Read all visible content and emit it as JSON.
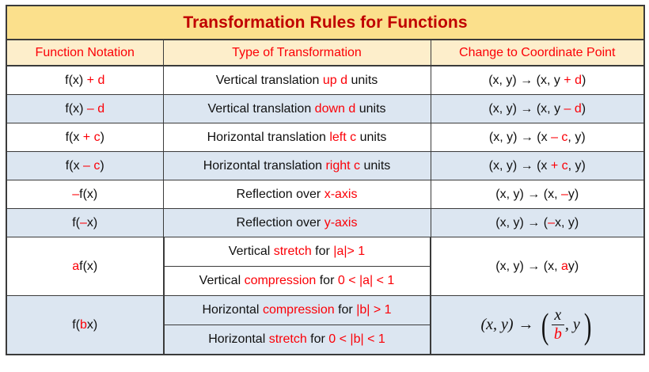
{
  "title": "Transformation Rules for Functions",
  "colors": {
    "title_bg": "#FBE08C",
    "header_bg": "#FDEECB",
    "accent_red": "#FB0007",
    "title_red": "#C00000",
    "alt_row_bg": "#DCE6F1",
    "row_bg": "#FFFFFF",
    "border": "#3B3B3B"
  },
  "headers": [
    "Function Notation",
    "Type of Transformation",
    "Change to Coordinate Point"
  ],
  "rows": [
    {
      "shade": "white",
      "notation_plain": "f(x) + d",
      "notation": [
        {
          "t": "f(x) ",
          "c": "black"
        },
        {
          "t": "+ d",
          "c": "red"
        }
      ],
      "type_plain": "Vertical translation up d units",
      "type": [
        {
          "t": "Vertical translation ",
          "c": "black"
        },
        {
          "t": "up d",
          "c": "red"
        },
        {
          "t": " units",
          "c": "black"
        }
      ],
      "coord_plain": "(x, y) → (x, y + d)",
      "coord": [
        {
          "t": "(x, y) → (x, y ",
          "c": "black"
        },
        {
          "t": "+ d",
          "c": "red"
        },
        {
          "t": ")",
          "c": "black"
        }
      ]
    },
    {
      "shade": "blue",
      "notation_plain": "f(x) – d",
      "notation": [
        {
          "t": "f(x) ",
          "c": "black"
        },
        {
          "t": "– d",
          "c": "red"
        }
      ],
      "type_plain": "Vertical translation down d units",
      "type": [
        {
          "t": "Vertical translation ",
          "c": "black"
        },
        {
          "t": "down d",
          "c": "red"
        },
        {
          "t": " units",
          "c": "black"
        }
      ],
      "coord_plain": "(x, y) → (x, y – d)",
      "coord": [
        {
          "t": "(x, y) → (x, y ",
          "c": "black"
        },
        {
          "t": "– d",
          "c": "red"
        },
        {
          "t": ")",
          "c": "black"
        }
      ]
    },
    {
      "shade": "white",
      "notation_plain": "f(x + c)",
      "notation": [
        {
          "t": "f(x ",
          "c": "black"
        },
        {
          "t": "+ c",
          "c": "red"
        },
        {
          "t": ")",
          "c": "black"
        }
      ],
      "type_plain": "Horizontal translation left c units",
      "type": [
        {
          "t": "Horizontal translation ",
          "c": "black"
        },
        {
          "t": "left c",
          "c": "red"
        },
        {
          "t": " units",
          "c": "black"
        }
      ],
      "coord_plain": "(x, y) → (x – c, y)",
      "coord": [
        {
          "t": "(x, y) → (x ",
          "c": "black"
        },
        {
          "t": "– c",
          "c": "red"
        },
        {
          "t": ", y)",
          "c": "black"
        }
      ]
    },
    {
      "shade": "blue",
      "notation_plain": "f(x – c)",
      "notation": [
        {
          "t": "f(x ",
          "c": "black"
        },
        {
          "t": "– c",
          "c": "red"
        },
        {
          "t": ")",
          "c": "black"
        }
      ],
      "type_plain": "Horizontal translation right c units",
      "type": [
        {
          "t": "Horizontal translation ",
          "c": "black"
        },
        {
          "t": "right c",
          "c": "red"
        },
        {
          "t": " units",
          "c": "black"
        }
      ],
      "coord_plain": "(x, y) → (x + c, y)",
      "coord": [
        {
          "t": "(x, y) → (x ",
          "c": "black"
        },
        {
          "t": "+ c",
          "c": "red"
        },
        {
          "t": ", y)",
          "c": "black"
        }
      ]
    },
    {
      "shade": "white",
      "notation_plain": "–f(x)",
      "notation": [
        {
          "t": "–",
          "c": "red"
        },
        {
          "t": "f(x)",
          "c": "black"
        }
      ],
      "type_plain": "Reflection over x-axis",
      "type": [
        {
          "t": "Reflection over ",
          "c": "black"
        },
        {
          "t": "x-axis",
          "c": "red"
        }
      ],
      "coord_plain": "(x, y) → (x, –y)",
      "coord": [
        {
          "t": "(x, y) → (x, ",
          "c": "black"
        },
        {
          "t": "–",
          "c": "red"
        },
        {
          "t": "y)",
          "c": "black"
        }
      ]
    },
    {
      "shade": "blue",
      "notation_plain": "f(–x)",
      "notation": [
        {
          "t": "f(",
          "c": "black"
        },
        {
          "t": "–",
          "c": "red"
        },
        {
          "t": "x)",
          "c": "black"
        }
      ],
      "type_plain": "Reflection over y-axis",
      "type": [
        {
          "t": "Reflection over ",
          "c": "black"
        },
        {
          "t": "y-axis",
          "c": "red"
        }
      ],
      "coord_plain": "(x, y) → (–x, y)",
      "coord": [
        {
          "t": "(x, y) → (",
          "c": "black"
        },
        {
          "t": "–",
          "c": "red"
        },
        {
          "t": "x, y)",
          "c": "black"
        }
      ]
    }
  ],
  "merged_rows": [
    {
      "shade": "white",
      "notation_plain": "af(x)",
      "notation": [
        {
          "t": "a",
          "c": "red"
        },
        {
          "t": "f(x)",
          "c": "black"
        }
      ],
      "sub_types": [
        {
          "plain": "Vertical stretch for |a|> 1",
          "parts": [
            {
              "t": "Vertical ",
              "c": "black"
            },
            {
              "t": "stretch",
              "c": "red"
            },
            {
              "t": " for ",
              "c": "black"
            },
            {
              "t": "|a|> 1",
              "c": "red"
            }
          ]
        },
        {
          "plain": "Vertical compression for 0 < |a| < 1",
          "parts": [
            {
              "t": "Vertical ",
              "c": "black"
            },
            {
              "t": "compression",
              "c": "red"
            },
            {
              "t": " for ",
              "c": "black"
            },
            {
              "t": "0 < |a| < 1",
              "c": "red"
            }
          ]
        }
      ],
      "coord_plain": "(x, y) → (x, ay)",
      "coord": [
        {
          "t": "(x, y) → (x, ",
          "c": "black"
        },
        {
          "t": "a",
          "c": "red"
        },
        {
          "t": "y)",
          "c": "black"
        }
      ],
      "coord_is_fraction": false
    },
    {
      "shade": "blue",
      "notation_plain": "f(bx)",
      "notation": [
        {
          "t": "f(",
          "c": "black"
        },
        {
          "t": "b",
          "c": "red"
        },
        {
          "t": "x)",
          "c": "black"
        }
      ],
      "sub_types": [
        {
          "plain": "Horizontal compression for |b| > 1",
          "parts": [
            {
              "t": "Horizontal ",
              "c": "black"
            },
            {
              "t": "compression",
              "c": "red"
            },
            {
              "t": " for ",
              "c": "black"
            },
            {
              "t": "|b| > 1",
              "c": "red"
            }
          ]
        },
        {
          "plain": "Horizontal stretch for 0 < |b| < 1",
          "parts": [
            {
              "t": "Horizontal ",
              "c": "black"
            },
            {
              "t": "stretch",
              "c": "red"
            },
            {
              "t": " for ",
              "c": "black"
            },
            {
              "t": "0 < |b| < 1",
              "c": "red"
            }
          ]
        }
      ],
      "coord_plain": "(x, y) → (x/b, y)",
      "coord_is_fraction": true,
      "fraction": {
        "prefix": "(x, y)",
        "arrow": "→",
        "open_paren": "(",
        "numerator": "x",
        "denominator": "b",
        "after": ", y",
        "close_paren": ")"
      }
    }
  ]
}
